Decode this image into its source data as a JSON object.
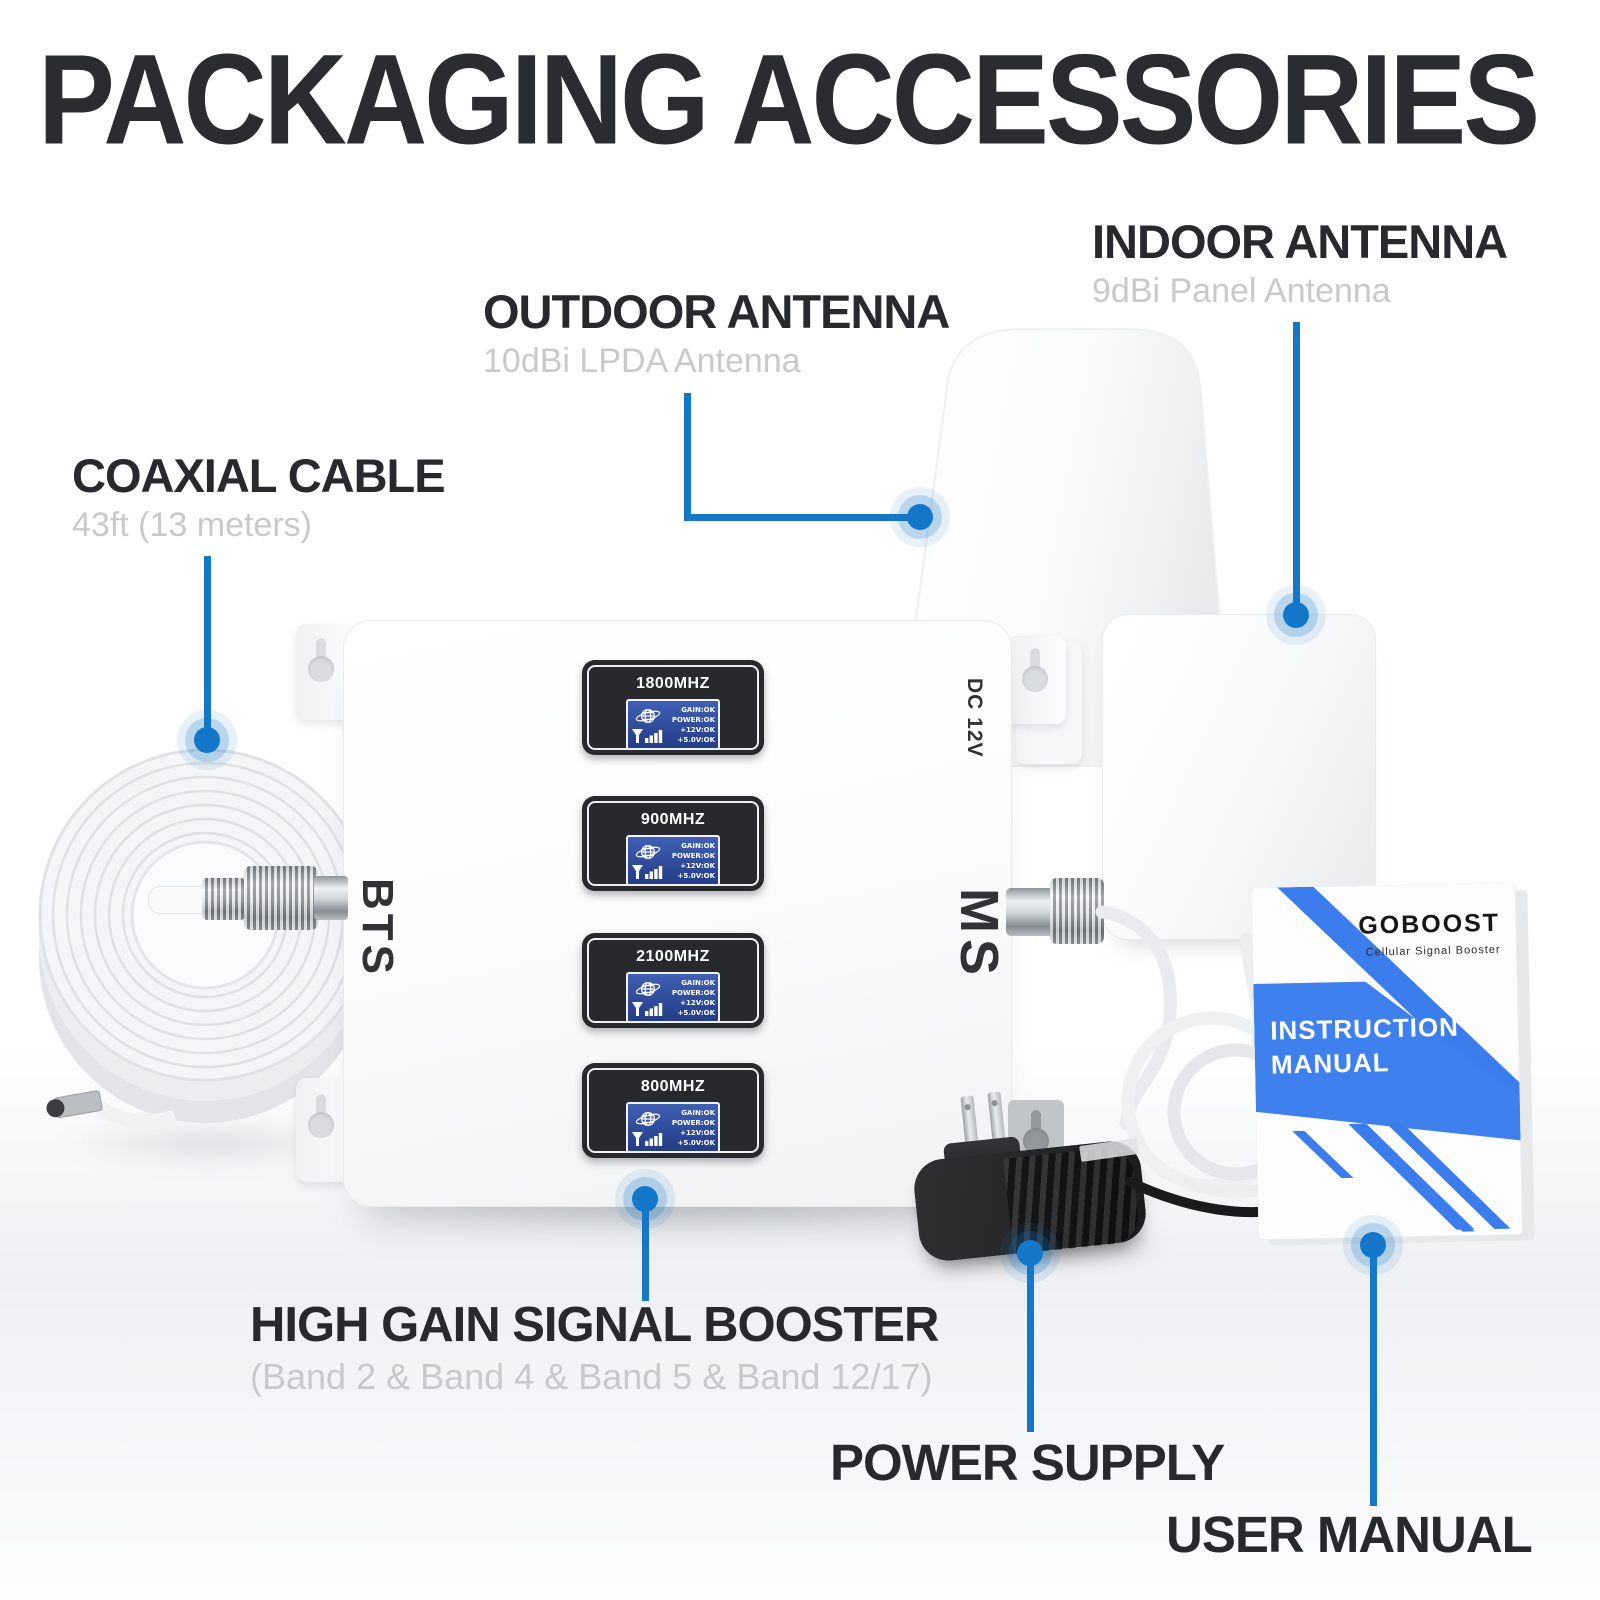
{
  "page": {
    "title": "PACKAGING ACCESSORIES"
  },
  "colors": {
    "accent_blue": "#1577c9",
    "heading": "#27292c",
    "subtitle_gray": "#c7c9cb",
    "lcd_blue": "#2e4a9b",
    "display_bezel": "#27292c",
    "manual_blue": "#3b7ded"
  },
  "callouts": {
    "indoor_antenna": {
      "title": "INDOOR ANTENNA",
      "subtitle": "9dBi Panel Antenna"
    },
    "outdoor_antenna": {
      "title": "OUTDOOR ANTENNA",
      "subtitle": "10dBi LPDA Antenna"
    },
    "coaxial_cable": {
      "title": "COAXIAL CABLE",
      "subtitle": "43ft (13 meters)"
    },
    "signal_booster": {
      "title": "HIGH GAIN SIGNAL BOOSTER",
      "subtitle": "(Band 2 & Band 4 & Band 5 & Band 12/17)"
    },
    "power_supply": {
      "title": "POWER SUPPLY"
    },
    "user_manual": {
      "title": "USER MANUAL"
    }
  },
  "booster": {
    "port_left_label": "BTS",
    "port_right_label": "MS",
    "power_input_label": "DC 12V",
    "displays": [
      {
        "freq": "1800MHZ",
        "statuses": [
          "GAIN:OK",
          "POWER:OK",
          "+12V:OK",
          "+5.0V:OK"
        ]
      },
      {
        "freq": "900MHZ",
        "statuses": [
          "GAIN:OK",
          "POWER:OK",
          "+12V:OK",
          "+5.0V:OK"
        ]
      },
      {
        "freq": "2100MHZ",
        "statuses": [
          "GAIN:OK",
          "POWER:OK",
          "+12V:OK",
          "+5.0V:OK"
        ]
      },
      {
        "freq": "800MHZ",
        "statuses": [
          "GAIN:OK",
          "POWER:OK",
          "+12V:OK",
          "+5.0V:OK"
        ]
      }
    ]
  },
  "manual": {
    "brand": "GOBOOST",
    "tagline": "Cellular Signal Booster",
    "title_line1": "INSTRUCTION",
    "title_line2": "MANUAL"
  },
  "icons": {
    "lcd_left_top": "globe-icon",
    "lcd_left_bottom": "signal-bars-icon",
    "mounting_tabs": "keyhole-icon"
  }
}
